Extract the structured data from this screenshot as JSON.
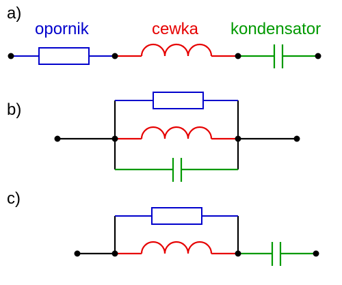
{
  "section_labels": {
    "a": "a)",
    "b": "b)",
    "c": "c)"
  },
  "component_labels": {
    "resistor": "opornik",
    "inductor": "cewka",
    "capacitor": "kondensator"
  },
  "colors": {
    "resistor": "#0000cc",
    "inductor": "#e60000",
    "capacitor": "#009900",
    "wire": "#000000"
  }
}
